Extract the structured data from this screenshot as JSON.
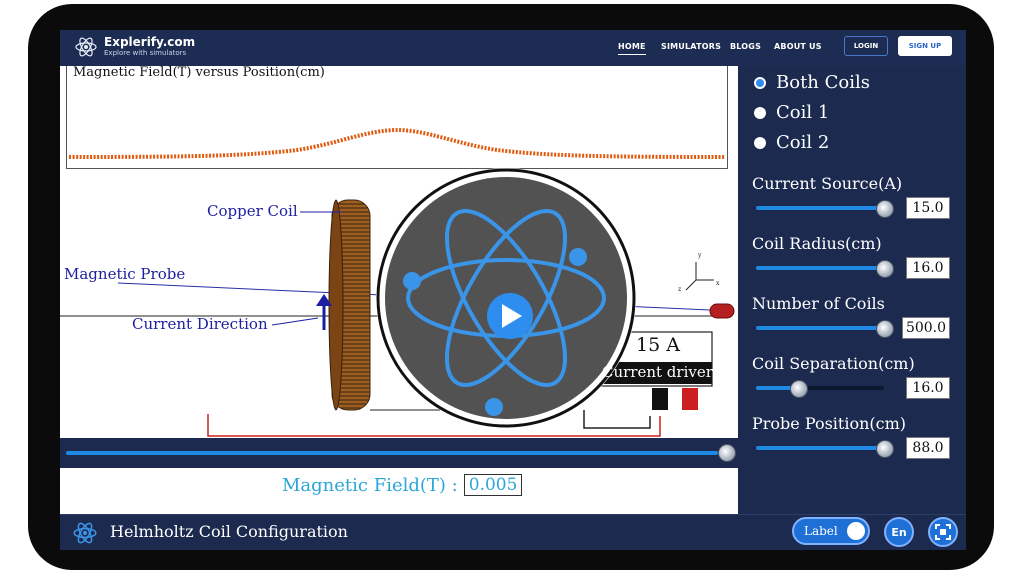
{
  "brand": {
    "name": "Explerify.com",
    "tagline": "Explore with simulators"
  },
  "nav": {
    "home": "HOME",
    "simulators": "SIMULATORS",
    "blogs": "BLOGS",
    "about": "ABOUT US",
    "login": "LOGIN",
    "signup": "SIGN UP"
  },
  "graph": {
    "title": "Magnetic Field(T) versus Position(cm)"
  },
  "sim_labels": {
    "copper_coil": "Copper Coil",
    "magnetic_probe": "Magnetic Probe",
    "current_direction": "Current Direction",
    "driver_current": "15 A",
    "driver_label": "Current driver",
    "axis_y": "y",
    "axis_x": "x",
    "axis_z": "z"
  },
  "readout": {
    "label": "Magnetic Field(T) :",
    "value": "0.005"
  },
  "coil_options": [
    {
      "label": "Both Coils",
      "selected": true
    },
    {
      "label": "Coil 1",
      "selected": false
    },
    {
      "label": "Coil 2",
      "selected": false
    }
  ],
  "controls": {
    "current_source": {
      "label": "Current Source(A)",
      "value": "15.0",
      "fraction": 0.98
    },
    "coil_radius": {
      "label": "Coil Radius(cm)",
      "value": "16.0",
      "fraction": 0.98
    },
    "number_of_coils": {
      "label": "Number of Coils",
      "value": "500.0",
      "fraction": 0.98
    },
    "coil_separation": {
      "label": "Coil Separation(cm)",
      "value": "16.0",
      "fraction": 0.32
    },
    "probe_position": {
      "label": "Probe Position(cm)",
      "value": "88.0",
      "fraction": 0.98
    }
  },
  "footer": {
    "title": "Helmholtz Coil Configuration",
    "label_toggle": "Label",
    "language": "En"
  },
  "colors": {
    "navy": "#1b2a4e",
    "accent": "#1e88e5",
    "label_blue": "#1b1fa0",
    "readout": "#2aa7d6"
  }
}
